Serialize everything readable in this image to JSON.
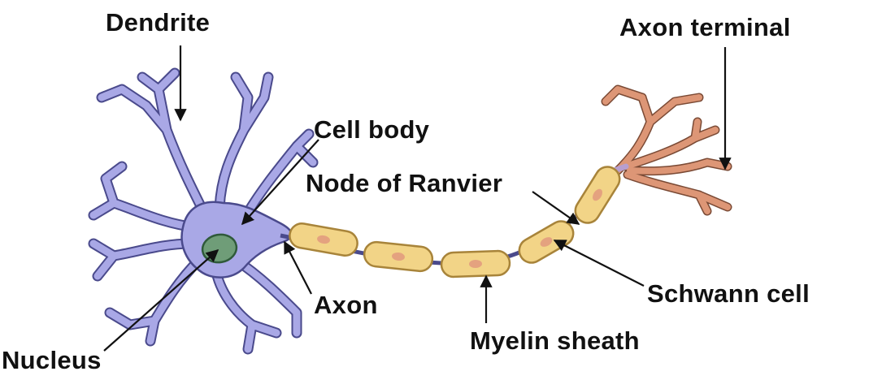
{
  "labels": {
    "dendrite": "Dendrite",
    "axon_terminal": "Axon terminal",
    "cell_body": "Cell body",
    "node_of_ranvier": "Node of Ranvier",
    "axon": "Axon",
    "schwann_cell": "Schwann cell",
    "myelin_sheath": "Myelin sheath",
    "nucleus": "Nucleus"
  },
  "colors": {
    "cell_body": "#a9a8e6",
    "cell_outline": "#4a4a8c",
    "nucleus": "#6f9d78",
    "myelin": "#f2d487",
    "myelin_outline": "#a8843a",
    "schwann_nucleus": "#e4a27f",
    "axon_terminal": "#d98f6f",
    "pointer": "#111111"
  }
}
